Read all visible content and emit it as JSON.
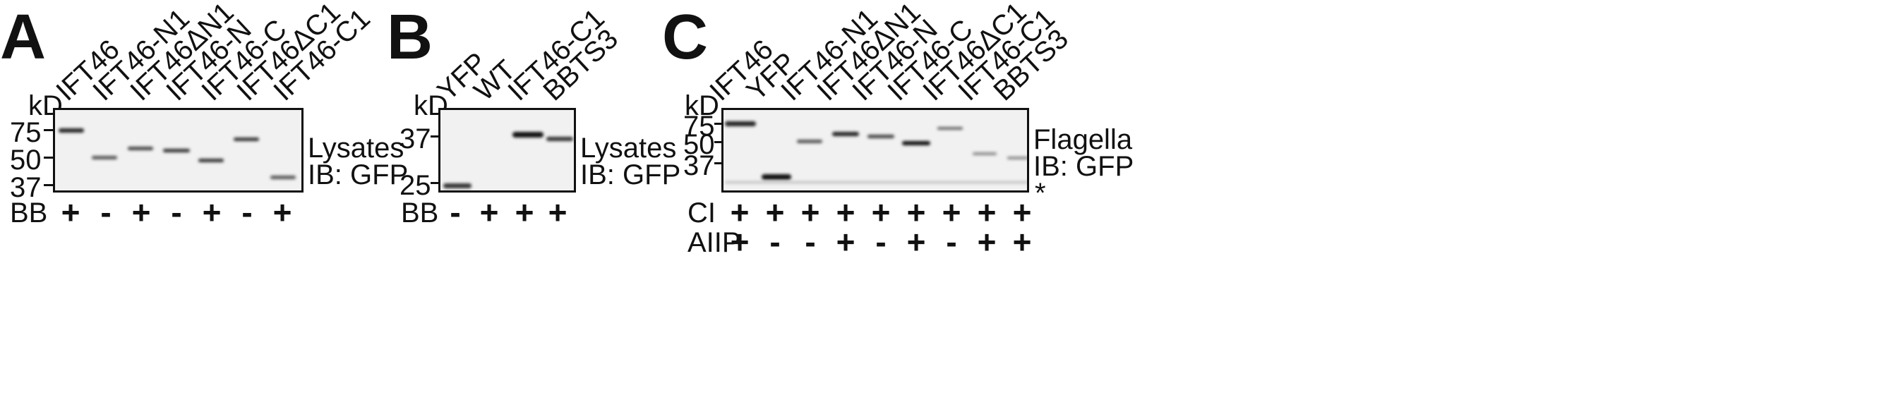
{
  "panels": [
    {
      "letter": "A",
      "unit": "kD",
      "lanes": [
        "IFT46",
        "IFT46-N1",
        "IFT46ΔN1",
        "IFT46-N",
        "IFT46-C",
        "IFT46ΔC1",
        "IFT46-C1"
      ],
      "markers": [
        "75",
        "50",
        "37"
      ],
      "side_labels": [
        "Lysates",
        "IB: GFP"
      ],
      "rows": [
        {
          "label": "BB",
          "signs": [
            "+",
            "-",
            "+",
            "-",
            "+",
            "-",
            "+"
          ]
        }
      ]
    },
    {
      "letter": "B",
      "unit": "kD",
      "lanes": [
        "YFP",
        "WT",
        "IFT46-C1",
        "BBTS3"
      ],
      "markers": [
        "37",
        "25"
      ],
      "side_labels": [
        "Lysates",
        "IB: GFP"
      ],
      "rows": [
        {
          "label": "BB",
          "signs": [
            "-",
            "+",
            "+",
            "+"
          ]
        }
      ]
    },
    {
      "letter": "C",
      "unit": "kD",
      "lanes": [
        "IFT46",
        "YFP",
        "IFT46-N1",
        "IFT46ΔN1",
        "IFT46-N",
        "IFT46-C",
        "IFT46ΔC1",
        "IFT46-C1",
        "BBTS3"
      ],
      "markers": [
        "75",
        "50",
        "37"
      ],
      "side_labels": [
        "Flagella",
        "IB: GFP",
        "*"
      ],
      "rows": [
        {
          "label": "CI",
          "signs": [
            "+",
            "+",
            "+",
            "+",
            "+",
            "+",
            "+",
            "+",
            "+"
          ]
        },
        {
          "label": "AIIP",
          "signs": [
            "+",
            "-",
            "-",
            "+",
            "-",
            "+",
            "-",
            "+",
            "+"
          ]
        }
      ]
    }
  ]
}
